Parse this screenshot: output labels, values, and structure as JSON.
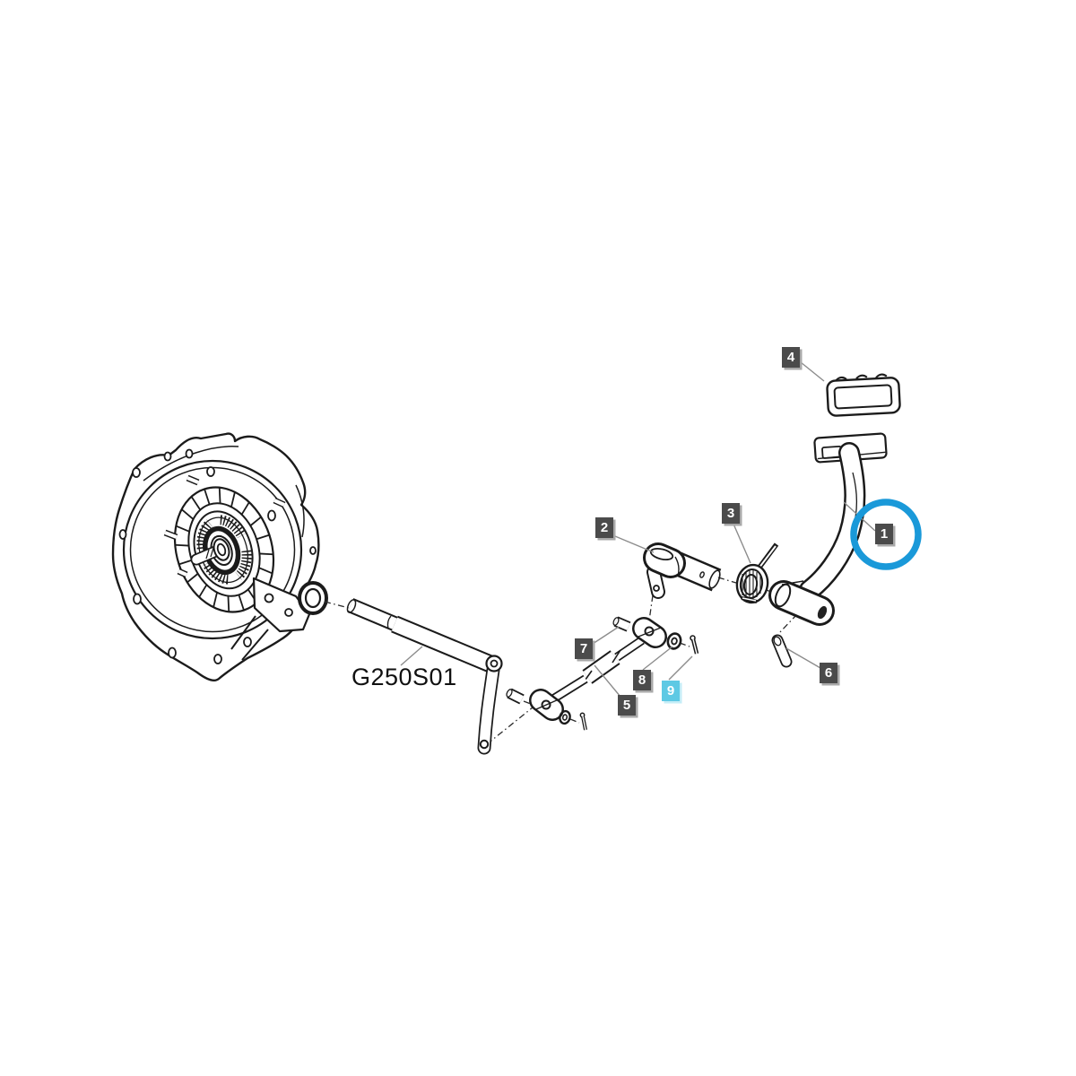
{
  "figure": {
    "code_label": "G250S01"
  },
  "labels": [
    {
      "text": "1",
      "style": "dark",
      "circled": true
    },
    {
      "text": "2",
      "style": "dark",
      "circled": false
    },
    {
      "text": "3",
      "style": "dark",
      "circled": false
    },
    {
      "text": "4",
      "style": "dark",
      "circled": false
    },
    {
      "text": "5",
      "style": "dark",
      "circled": false
    },
    {
      "text": "6",
      "style": "dark",
      "circled": false
    },
    {
      "text": "7",
      "style": "dark",
      "circled": false
    },
    {
      "text": "8",
      "style": "dark",
      "circled": false
    },
    {
      "text": "9",
      "style": "highlight",
      "circled": false
    }
  ],
  "colors": {
    "background": "#ffffff",
    "line": "#1b1b1b",
    "leader": "#8c8c8c",
    "label_bg": "#4b4b4b",
    "label_text": "#ffffff",
    "label_shadow": "#a9a9a9",
    "highlight_label_bg": "#5ec9e4",
    "highlight_label_shadow": "#c5edf7",
    "highlight_circle": "#1a99d9"
  }
}
